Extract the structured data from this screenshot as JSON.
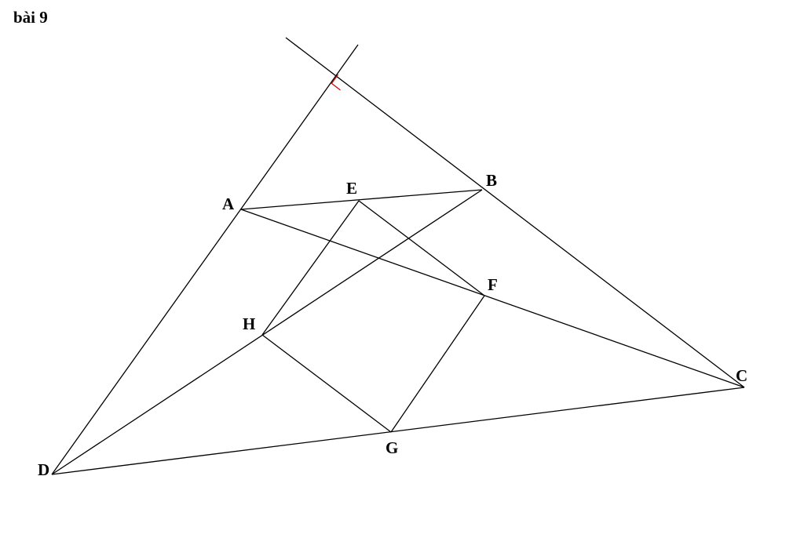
{
  "title": "bài 9",
  "labels": {
    "A": "A",
    "B": "B",
    "C": "C",
    "D": "D",
    "E": "E",
    "F": "F",
    "G": "G",
    "H": "H"
  },
  "colors": {
    "stroke": "#000000",
    "right_angle_mark": "#cc0000"
  }
}
